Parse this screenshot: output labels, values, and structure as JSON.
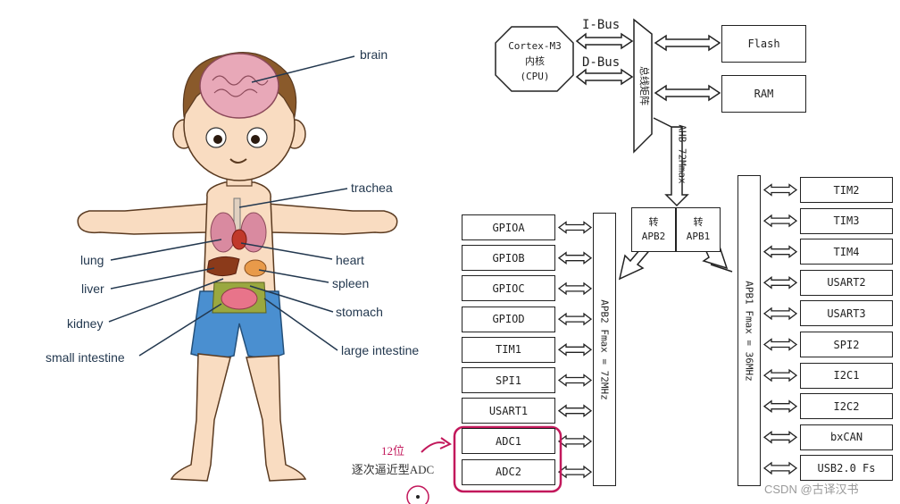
{
  "body": {
    "labels": {
      "brain": "brain",
      "trachea": "trachea",
      "lung": "lung",
      "heart": "heart",
      "liver": "liver",
      "spleen": "spleen",
      "kidney": "kidney",
      "stomach": "stomach",
      "small_intestine": "small intestine",
      "large_intestine": "large intestine"
    }
  },
  "arch": {
    "core": [
      "Cortex-M3",
      "内核",
      "(CPU)"
    ],
    "ibus": "I-Bus",
    "dbus": "D-Bus",
    "matrix": "总线矩阵",
    "flash": "Flash",
    "ram": "RAM",
    "ahb": "AHB 72Mmax",
    "bridge2": [
      "转",
      "APB2"
    ],
    "bridge1": [
      "转",
      "APB1"
    ],
    "apb2_bus": "APB2 Fmax = 72MHz",
    "apb1_bus": "APB1 Fmax = 36MHz",
    "apb2_periph": [
      "GPIOA",
      "GPIOB",
      "GPIOC",
      "GPIOD",
      "TIM1",
      "SPI1",
      "USART1",
      "ADC1",
      "ADC2"
    ],
    "apb1_periph": [
      "TIM2",
      "TIM3",
      "TIM4",
      "USART2",
      "USART3",
      "SPI2",
      "I2C1",
      "I2C2",
      "bxCAN",
      "USB2.0 Fs"
    ]
  },
  "annotation": {
    "line1": "12位",
    "line2": "逐次逼近型ADC",
    "color": "#c2185b"
  },
  "watermark": "CSDN @古译汉书"
}
